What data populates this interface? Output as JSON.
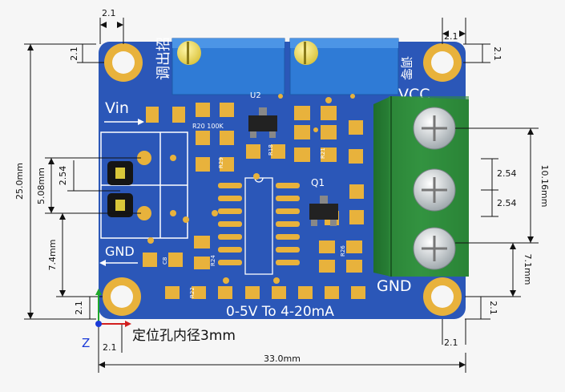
{
  "colors": {
    "pcb": "#2b57b8",
    "pad": "#e8b23c",
    "silkscreen": "#ffffff",
    "terminal": "#2e8b3a",
    "trimmer": "#2f7bd6",
    "dimension": "#111111"
  },
  "board": {
    "width_label": "33.0mm",
    "height_label": "25.0mm",
    "hole_note": "定位孔内径3mm",
    "title": "0-5V To 4-20mA",
    "vin_label": "Vin",
    "gnd_left_label": "GND",
    "gnd_right_label": "GND",
    "vcc_label": "VCC",
    "q1_label": "Q1",
    "trim_left_label": "调出招",
    "trim_right_label": "调零",
    "u2_label": "U2"
  },
  "dimensions": {
    "hole_offset": "2.1",
    "header_pitch": "2.54",
    "header_span": "5.08mm",
    "header_to_bottom": "7.4mm",
    "terminal_span": "10.16mm",
    "terminal_pitch": "2.54",
    "terminal_to_bottom": "7.1mm"
  },
  "axis": {
    "z_label": "Z"
  },
  "components": [
    {
      "name": "R20",
      "label": "R20 100K"
    },
    {
      "name": "R29",
      "label": "R29"
    },
    {
      "name": "R18",
      "label": "R18"
    },
    {
      "name": "R21",
      "label": "R21"
    },
    {
      "name": "C8",
      "label": "C8"
    },
    {
      "name": "R22",
      "label": "R22"
    },
    {
      "name": "R24",
      "label": "R24"
    },
    {
      "name": "R26",
      "label": "R26"
    }
  ]
}
